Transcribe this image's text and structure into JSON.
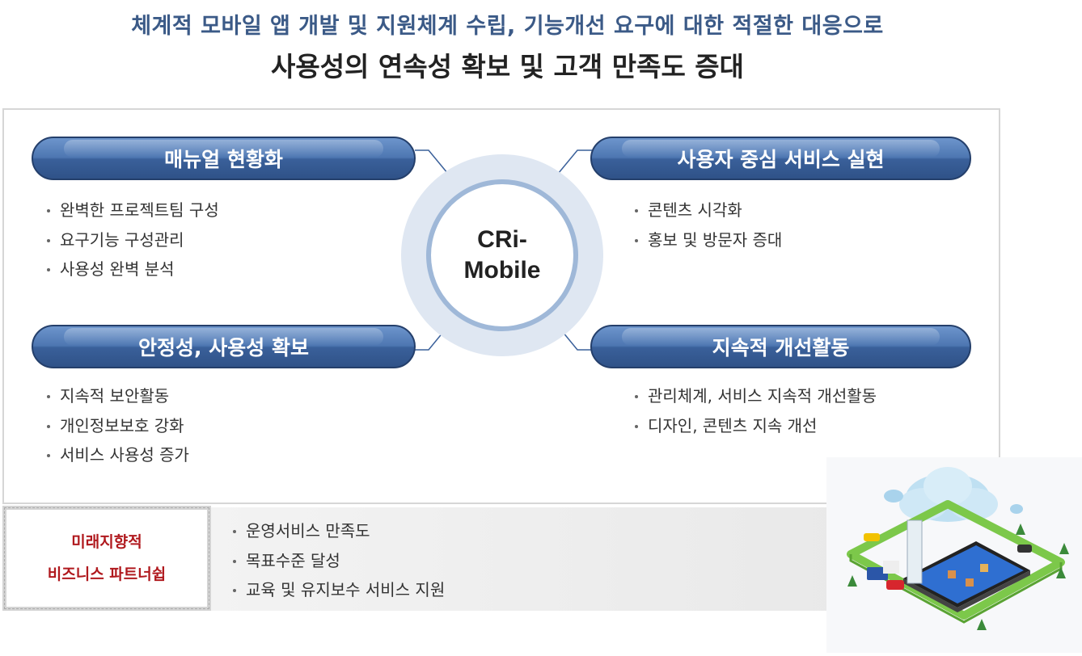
{
  "header": {
    "subtitle": "체계적 모바일 앱 개발 및 지원체계 수립, 기능개선 요구에 대한 적절한 대응으로",
    "title": "사용성의 연속성 확보 및 고객 만족도 증대"
  },
  "center": {
    "line1": "CRi-",
    "line2": "Mobile"
  },
  "quadrants": {
    "top_left": {
      "title": "매뉴얼 현황화",
      "items": [
        "완벽한 프로젝트팀 구성",
        "요구기능 구성관리",
        "사용성 완벽 분석"
      ]
    },
    "top_right": {
      "title": "사용자 중심 서비스 실현",
      "items": [
        "콘텐츠 시각화",
        "홍보 및 방문자 증대"
      ]
    },
    "bottom_left": {
      "title": "안정성, 사용성 확보",
      "items": [
        "지속적 보안활동",
        "개인정보보호 강화",
        "서비스 사용성 증가"
      ]
    },
    "bottom_right": {
      "title": "지속적 개선활동",
      "items": [
        "관리체계, 서비스 지속적 개선활동",
        "디자인, 콘텐츠 지속 개선"
      ]
    }
  },
  "partner": {
    "line1": "미래지향적",
    "line2": "비즈니스 파트너쉽",
    "items": [
      "운영서비스 만족도",
      "목표수준 달성",
      "교육 및 유지보수 서비스 지원"
    ]
  },
  "colors": {
    "accent": "#3b5a87",
    "pill": "#4d76b1",
    "partner_text": "#b0191e"
  }
}
